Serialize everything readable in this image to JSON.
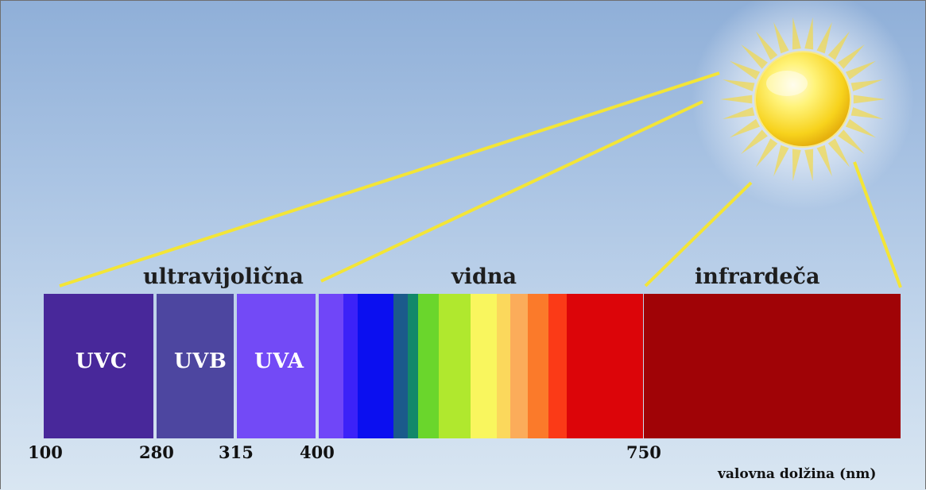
{
  "regions": {
    "ultraviolet": "ultravijolična",
    "visible": "vidna",
    "infrared": "infrardeča"
  },
  "uv_bands": {
    "uvc": "UVC",
    "uvb": "UVB",
    "uva": "UVA"
  },
  "ticks": {
    "t100": "100",
    "t280": "280",
    "t315": "315",
    "t400": "400",
    "t750": "750"
  },
  "axis_label": "valovna dolžina (nm)",
  "colors": {
    "uvc": "#48289a",
    "uvb": "#4d46a0",
    "uva": "#734af6",
    "infrared": "#a00306",
    "sun_rays": "#f3e537",
    "visible_spectrum": [
      "#7046f8",
      "#3c22f8",
      "#0b0ff0",
      "#1b5a8b",
      "#12886a",
      "#6ad62c",
      "#b0e82e",
      "#f9f65e",
      "#fbd85c",
      "#fbac5a",
      "#fb7a2a",
      "#fb3a17",
      "#dc0509"
    ]
  }
}
